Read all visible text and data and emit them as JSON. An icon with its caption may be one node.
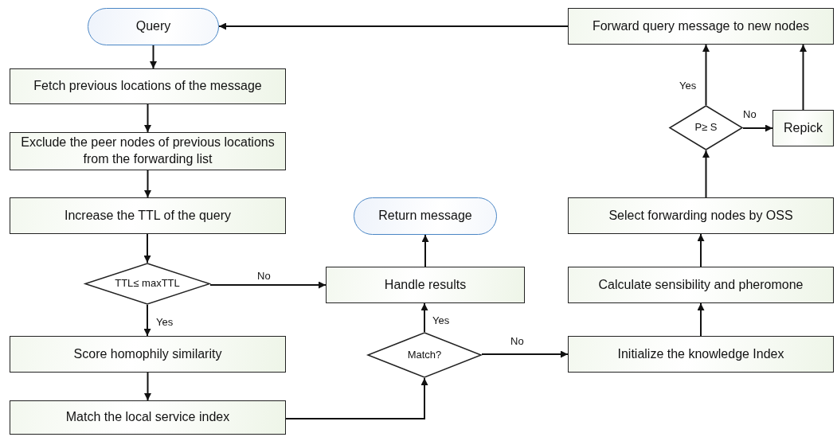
{
  "diagram": {
    "nodes": [
      {
        "text": [
          "Query"
        ]
      },
      {
        "text": [
          "Fetch previous locations of the message"
        ]
      },
      {
        "text": [
          "Exclude the peer nodes of previous locations from the forwarding list"
        ]
      },
      {
        "text": [
          "Increase the TTL of the query"
        ]
      },
      {
        "text": [
          "TTL≤ maxTTL"
        ]
      },
      {
        "text": [
          "Score homophily similarity"
        ]
      },
      {
        "text": [
          "Match the local service index"
        ]
      },
      {
        "text": [
          "Return message"
        ]
      },
      {
        "text": [
          "Handle results"
        ]
      },
      {
        "text": [
          "Match?"
        ]
      },
      {
        "text": [
          "Initialize the knowledge Index"
        ]
      },
      {
        "text": [
          "Calculate sensibility and pheromone"
        ]
      },
      {
        "text": [
          "Select forwarding nodes by OSS"
        ]
      },
      {
        "text": [
          "P≥ S"
        ]
      },
      {
        "text": [
          "Repick"
        ]
      },
      {
        "text": [
          "Forward query message to new nodes"
        ]
      }
    ],
    "edges": [
      {
        "from": 0,
        "to": 1,
        "arrow": "to"
      },
      {
        "from": 1,
        "to": 2,
        "arrow": "to"
      },
      {
        "from": 2,
        "to": 3,
        "arrow": "to"
      },
      {
        "from": 3,
        "to": 4,
        "arrow": "to"
      },
      {
        "from": 4,
        "to": 5,
        "arrow": "to",
        "label": "Yes"
      },
      {
        "from": 4,
        "to": 8,
        "arrow": "to",
        "label": "No"
      },
      {
        "from": 5,
        "to": 6,
        "arrow": "to"
      },
      {
        "from": 6,
        "to": 9,
        "arrow": "to"
      },
      {
        "from": 8,
        "to": 7,
        "arrow": "to"
      },
      {
        "from": 9,
        "to": 8,
        "arrow": "to",
        "label": "Yes"
      },
      {
        "from": 9,
        "to": 10,
        "arrow": "to",
        "label": "No"
      },
      {
        "from": 10,
        "to": 11,
        "arrow": "to"
      },
      {
        "from": 11,
        "to": 12,
        "arrow": "to"
      },
      {
        "from": 12,
        "to": 13,
        "arrow": "to"
      },
      {
        "from": 13,
        "to": 15,
        "arrow": "to",
        "label": "Yes"
      },
      {
        "from": 13,
        "to": 14,
        "arrow": "to",
        "label": "No"
      },
      {
        "from": 14,
        "to": 15,
        "arrow": "to"
      },
      {
        "from": 15,
        "to": 0,
        "arrow": "to"
      }
    ]
  }
}
